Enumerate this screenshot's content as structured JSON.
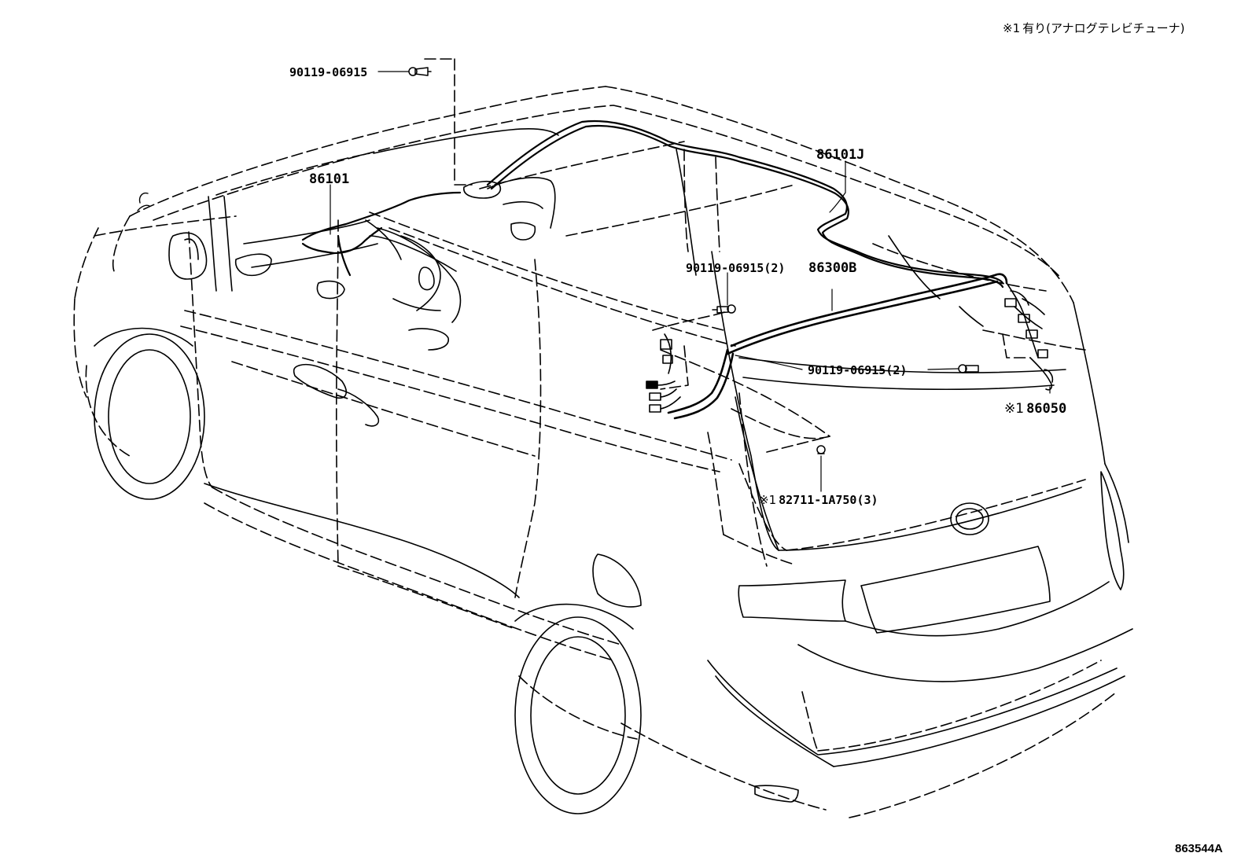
{
  "legend": {
    "mark": "※1",
    "text": "有り(アナログテレビチューナ)"
  },
  "figure_code": "863544A",
  "callouts": {
    "bolt_top": "90119-06915",
    "harness_front": "86101",
    "harness_roof": "86101J",
    "bolt_roof": "90119-06915(2)",
    "antenna": "86300B",
    "bolt_rear": "90119-06915(2)",
    "tuner_mark": "※1",
    "tuner": "86050",
    "clamp_mark": "※1",
    "clamp": "82711-1A750(3)"
  }
}
